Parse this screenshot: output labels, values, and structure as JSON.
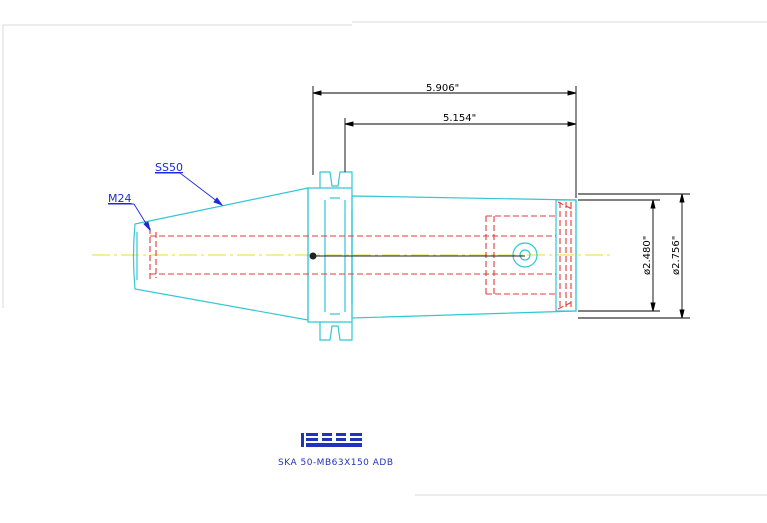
{
  "drawing": {
    "dimensions": {
      "overall_length": "5.906\"",
      "shank_length": "5.154\"",
      "bore_diameter": "ø2.480\"",
      "outer_diameter": "ø2.756\""
    },
    "callouts": {
      "taper": "SS50",
      "thread": "M24"
    },
    "logo": "ISCAR",
    "model_number": "SKA 50-MB63X150 ADB"
  },
  "colors": {
    "outline": "#33c6d6",
    "hidden": "#e53a3a",
    "centerline": "#e6dd3a",
    "dimension": "#000000",
    "callout": "#1a2bd8",
    "logo": "#2233bb",
    "border": "#d8d8d8"
  }
}
